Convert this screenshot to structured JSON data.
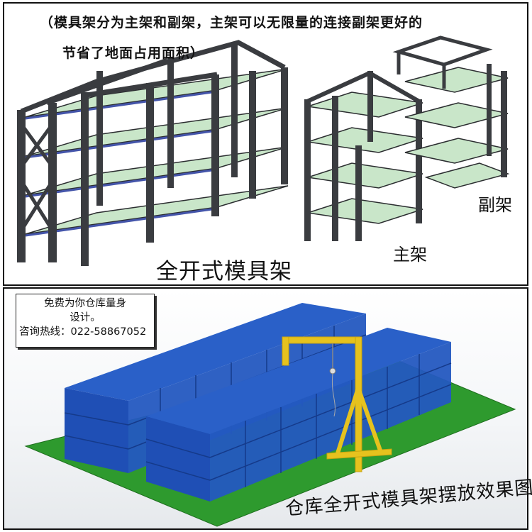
{
  "top_panel": {
    "caption_line1": "（模具架分为主架和副架，主架可以无限量的连接副架更好的",
    "caption_line2": "节省了地面占用面积）",
    "label_full_open": "全开式模具架",
    "label_main": "主架",
    "label_sub": "副架"
  },
  "bottom_panel": {
    "contact_line1": "免费为你仓库量身",
    "contact_line2": "设计。",
    "contact_hotline": "咨询热线：022-58867052",
    "caption": "仓库全开式模具架摆放效果图"
  },
  "colors": {
    "rack_frame": "#3a3c40",
    "rack_shelf": "#c9e6c9",
    "shelf_edge": "#4455aa",
    "warehouse_rack": "#1f4fb5",
    "floor": "#2e9a2e",
    "crane": "#e6c21e"
  }
}
